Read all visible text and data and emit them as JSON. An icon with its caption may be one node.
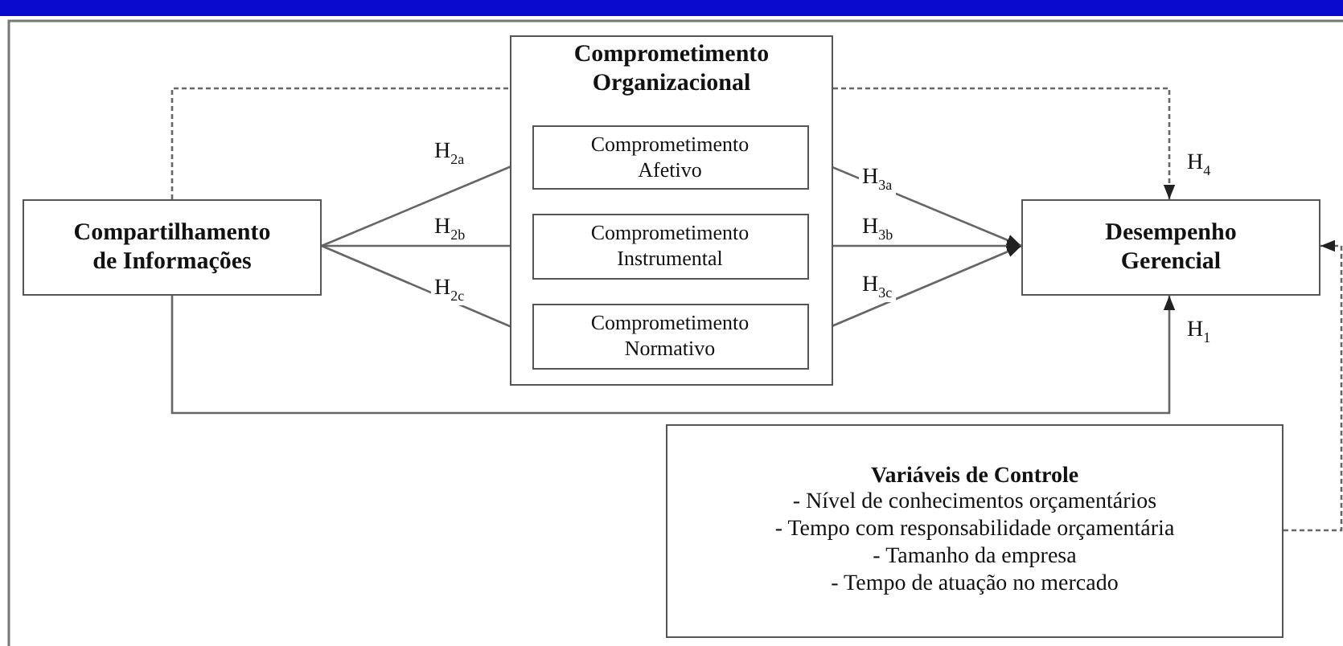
{
  "diagram": {
    "nodes": [
      {
        "text": [
          "Compartilhamento de Informações"
        ]
      },
      {
        "text": [
          "Comprometimento Organizacional"
        ]
      },
      {
        "text": [
          "Comprometimento Afetivo"
        ],
        "in": 1
      },
      {
        "text": [
          "Comprometimento Instrumental"
        ],
        "in": 1
      },
      {
        "text": [
          "Comprometimento Normativo"
        ],
        "in": 1
      },
      {
        "text": [
          "Desempenho Gerencial"
        ]
      },
      {
        "text": [
          "Variáveis de Controle",
          "- Nível de conhecimentos orçamentários",
          "- Tempo com responsabilidade orçamentária",
          "- Tamanho da empresa",
          "- Tempo de atuação no mercado"
        ]
      }
    ],
    "edges": [
      {
        "from": 0,
        "to": 2,
        "arrow": "to",
        "label": "H$_{2a}$"
      },
      {
        "from": 0,
        "to": 3,
        "arrow": "to",
        "label": "H$_{2b}$"
      },
      {
        "from": 0,
        "to": 4,
        "arrow": "to",
        "label": "H$_{2c}$"
      },
      {
        "from": 2,
        "to": 5,
        "arrow": "to",
        "label": "H$_{3a}$"
      },
      {
        "from": 3,
        "to": 5,
        "arrow": "to",
        "label": "H$_{3b}$"
      },
      {
        "from": 4,
        "to": 5,
        "arrow": "to",
        "label": "H$_{3c}$"
      },
      {
        "from": 0,
        "to": 1,
        "arrow": "none",
        "style": "dashed"
      },
      {
        "from": 1,
        "to": 5,
        "arrow": "to",
        "style": "dashed",
        "label": "H$_{4}$"
      },
      {
        "from": 0,
        "to": 5,
        "arrow": "to",
        "label": "H$_{1}$"
      },
      {
        "from": 6,
        "to": 5,
        "arrow": "to",
        "style": "dashed"
      }
    ]
  }
}
